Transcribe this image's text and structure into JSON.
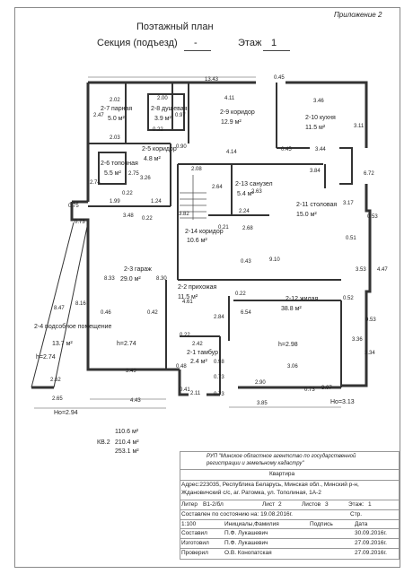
{
  "header": {
    "appendix": "Приложение 2",
    "title": "Поэтажный план",
    "section_label": "Секция (подъезд)",
    "section_value": "-",
    "floor_label": "Этаж",
    "floor_value": "1"
  },
  "rooms": [
    {
      "name": "2-7 парная",
      "area": "5.0 м²"
    },
    {
      "name": "2-8 душевая",
      "area": "3.9 м²"
    },
    {
      "name": "2-9 коридор",
      "area": "12.9 м²"
    },
    {
      "name": "2-10 кухня",
      "area": "11.5 м²"
    },
    {
      "name": "2-5 коридор",
      "area": "4.8 м²"
    },
    {
      "name": "2-6 топочная",
      "area": "5.5 м²"
    },
    {
      "name": "2-13 санузел",
      "area": "5.4 м²"
    },
    {
      "name": "2-11 столовая",
      "area": "15.0 м²"
    },
    {
      "name": "2-14 коридор",
      "area": "10.6 м²"
    },
    {
      "name": "2-3 гараж",
      "area": "29.0 м²"
    },
    {
      "name": "2-2 прихожая",
      "area": "11.5 м²"
    },
    {
      "name": "2-12 жилая",
      "area": "38.8 м²"
    },
    {
      "name": "2-4 подсобное помещение",
      "area": "13.7 м²"
    },
    {
      "name": "2-1 тамбур",
      "area": "2.4 м²"
    }
  ],
  "dims": [
    "13.43",
    "0.45",
    "4.11",
    "2.02",
    "2.00",
    "2.47",
    "0.97",
    "2.03",
    "0.22",
    "3.46",
    "3.11",
    "0.90",
    "4.14",
    "0.45",
    "3.44",
    "6.72",
    "2.74",
    "3.26",
    "2.75",
    "2.08",
    "3.84",
    "0.22",
    "1.24",
    "1.99",
    "2.64",
    "2.63",
    "0.75",
    "0.73",
    "3.48",
    "0.22",
    "3.82",
    "2.24",
    "3.17",
    "0.53",
    "0.21",
    "2.68",
    "0.51",
    "0.43",
    "9.10",
    "3.53",
    "4.47",
    "8.33",
    "8.30",
    "4.61",
    "0.22",
    "6.54",
    "0.52",
    "8.47",
    "8.16",
    "0.46",
    "0.42",
    "2.84",
    "0.53",
    "3.36",
    "3.34",
    "0.22",
    "2.42",
    "0.98",
    "2.62",
    "3.49",
    "0.48",
    "0.73",
    "2.90",
    "3.06",
    "0.41",
    "2.11",
    "0.73",
    "3.07",
    "2.65",
    "4.43",
    "3.85",
    "0.73"
  ],
  "heights": [
    "h=2.74",
    "h=2.74",
    "h=2.98",
    "Hо=2.94",
    "Hо=3.13"
  ],
  "totals": {
    "v1": "110.6 м²",
    "kv": "КВ.2",
    "v2": "210.4 м²",
    "v3": "253.1 м²"
  },
  "stamp": {
    "org": "РУП \"Минское областное агентство по государственной регистрации и земельному кадастру\"",
    "object": "Квартира",
    "address": "Адрес:223035, Республика Беларусь, Минская обл., Минский р-н, Ждановичский с/с, аг. Ратомка, ул. Тополиная, 1А-2",
    "litera_label": "Литер",
    "litera_value": "В1-2/бл",
    "sheet_label": "Лист",
    "sheet_value": "2",
    "sheets_label": "Листов",
    "sheets_value": "3",
    "floor_label": "Этаж:",
    "floor_value": "1",
    "date_line": "Составлен по состоянию на: 19.08.2016г.",
    "scale": "1:100",
    "col_name": "Инициалы,Фамилия",
    "col_sign": "Подпись",
    "col_date": "Дата",
    "col_page": "Стр.",
    "people": [
      {
        "role": "Составил",
        "name": "П.Ф. Лукашевич",
        "date": "30.09.2016г."
      },
      {
        "role": "Изготовил",
        "name": "П.Ф. Лукашевич",
        "date": "27.09.2016г."
      },
      {
        "role": "Проверил",
        "name": "О.В. Конопатская",
        "date": "27.09.2016г."
      }
    ]
  }
}
